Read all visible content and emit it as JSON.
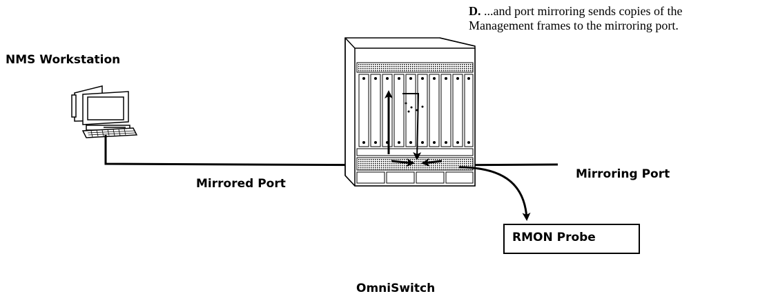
{
  "note": {
    "letter": "D.",
    "line1": " ...and port mirroring sends copies of the",
    "line2": "Management frames to the mirroring port."
  },
  "labels": {
    "nms": "NMS Workstation",
    "mirrored": "Mirrored Port",
    "mirroring": "Mirroring Port",
    "probe": "RMON Probe",
    "switch": "OmniSwitch"
  }
}
